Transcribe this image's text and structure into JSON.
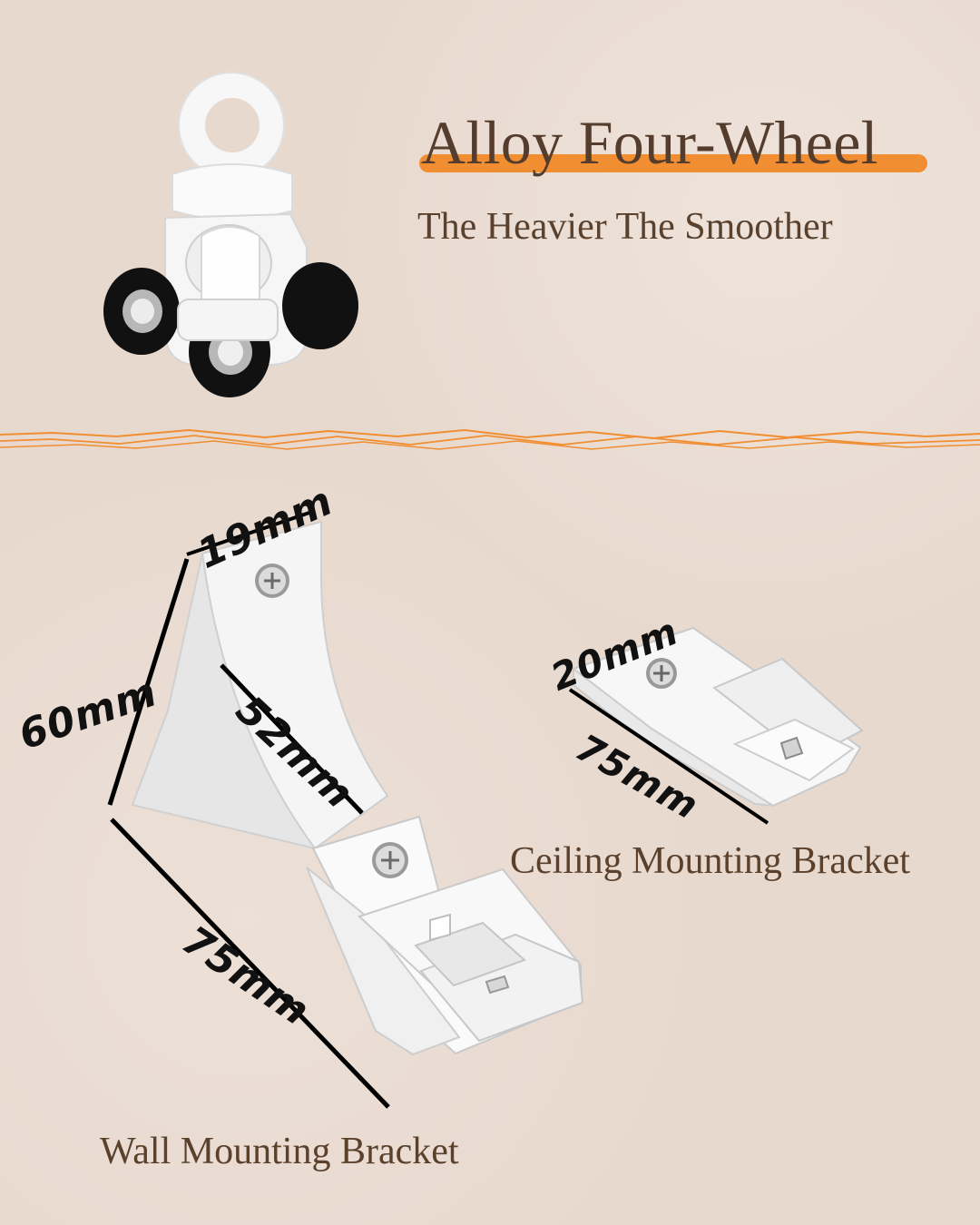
{
  "hero": {
    "title": "Alloy Four-Wheel",
    "subtitle": "The Heavier The Smoother"
  },
  "dimensions": {
    "wall_width": "19mm",
    "wall_height": "60mm",
    "wall_inner": "52mm",
    "wall_length": "75mm",
    "ceiling_width": "20mm",
    "ceiling_length": "75mm"
  },
  "labels": {
    "ceiling": "Ceiling Mounting Bracket",
    "wall": "Wall Mounting Bracket"
  },
  "colors": {
    "accent": "#f08e31",
    "text": "#5a412d",
    "background": "#e8d9ce"
  }
}
